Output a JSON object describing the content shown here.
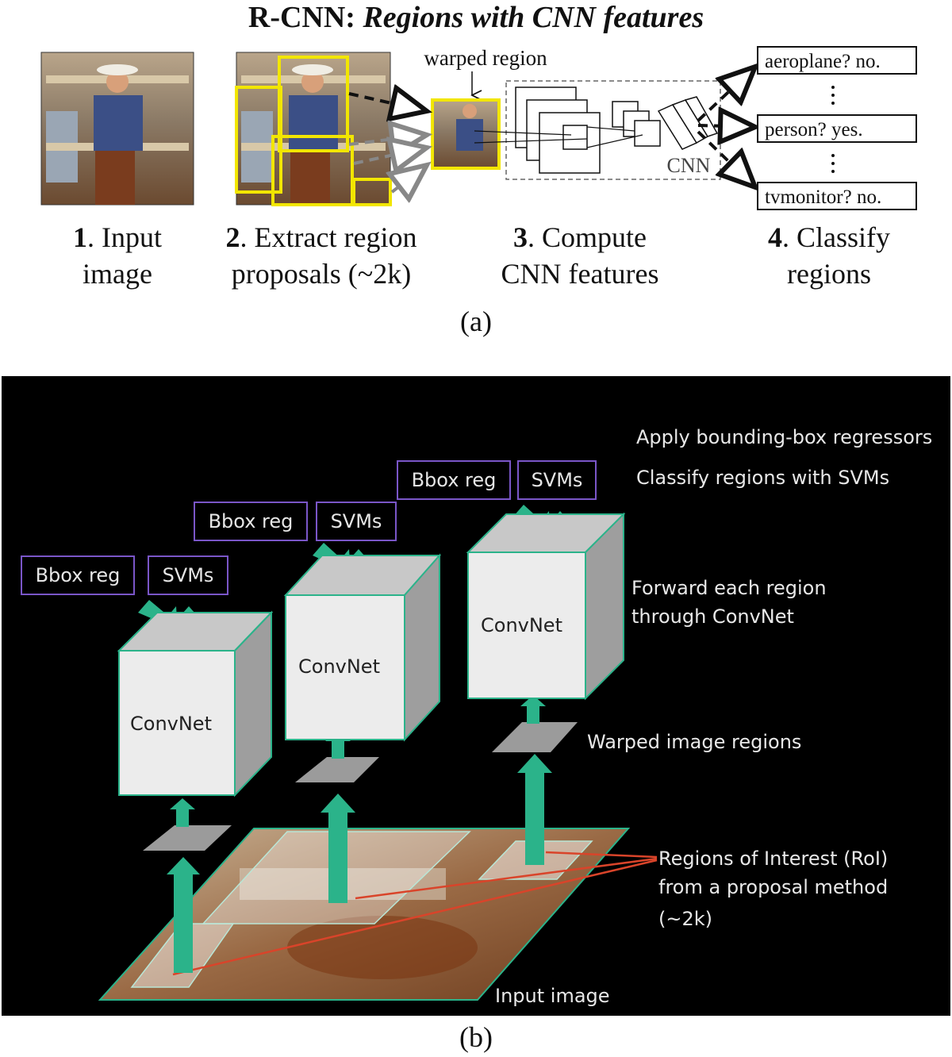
{
  "panel_a": {
    "title_bold": "R-CNN:",
    "title_italic": "Regions with CNN features",
    "warped_label": "warped region",
    "cnn_label": "CNN",
    "classes": [
      "aeroplane? no.",
      "person? yes.",
      "tvmonitor? no."
    ],
    "steps": [
      {
        "num": "1",
        "line1": ". Input",
        "line2": "image"
      },
      {
        "num": "2",
        "line1": ". Extract region",
        "line2": "proposals (~2k)"
      },
      {
        "num": "3",
        "line1": ". Compute",
        "line2": "CNN features"
      },
      {
        "num": "4",
        "line1": ". Classify",
        "line2": "regions"
      }
    ],
    "caption": "(a)"
  },
  "panel_b": {
    "annotations": {
      "apply": "Apply bounding-box regressors",
      "classify": "Classify regions with SVMs",
      "forward_1": "Forward each region",
      "forward_2": "through ConvNet",
      "warped": "Warped image regions",
      "roi_1": "Regions of Interest (RoI)",
      "roi_2": "from a proposal method",
      "roi_3": "(~2k)",
      "input": "Input image"
    },
    "bbox_label": "Bbox reg",
    "svm_label": "SVMs",
    "convnet_label": "ConvNet",
    "caption": "(b)"
  },
  "colors": {
    "yellow_box": "#f2e600",
    "teal_arrow": "#2bb38a",
    "purple_box": "#7a56c8",
    "red_line": "#d9442a"
  }
}
